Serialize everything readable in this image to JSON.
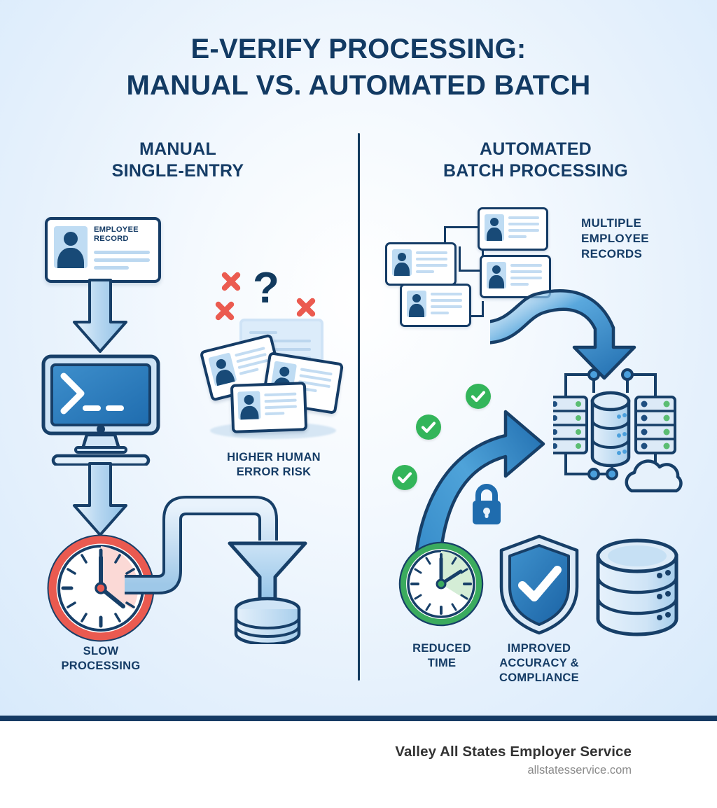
{
  "title": {
    "line1": "E-VERIFY PROCESSING:",
    "line2": "MANUAL VS. AUTOMATED BATCH"
  },
  "columns": {
    "left": {
      "heading_line1": "MANUAL",
      "heading_line2": "SINGLE-ENTRY",
      "id_card": {
        "label_line1": "EMPLOYEE",
        "label_line2": "RECORD",
        "icon": "employee-record-card-icon"
      },
      "terminal": {
        "icon": "desktop-terminal-icon",
        "prompt": ">",
        "cursor": "__"
      },
      "clock": {
        "icon": "red-clock-icon",
        "caption_line1": "SLOW",
        "caption_line2": "PROCESSING"
      },
      "error_group": {
        "icon": "scattered-records-icon",
        "caption_line1": "HIGHER HUMAN",
        "caption_line2": "ERROR RISK",
        "error_marks": [
          "x-mark",
          "x-mark",
          "x-mark"
        ],
        "question_mark": "?"
      },
      "pipeline": {
        "icon": "pipe-funnel-database-icon"
      },
      "arrows": [
        "down-arrow",
        "down-arrow"
      ]
    },
    "right": {
      "heading_line1": "AUTOMATED",
      "heading_line2": "BATCH PROCESSING",
      "records": {
        "icon": "multiple-records-icon",
        "caption_line1": "MULTIPLE",
        "caption_line2": "EMPLOYEE",
        "caption_line3": "RECORDS",
        "card_count": 4
      },
      "flow_arrow": {
        "icon": "curved-flow-arrow-down-icon"
      },
      "infrastructure": {
        "icon": "server-database-cloud-icon",
        "server_racks": 2,
        "database": "database-cylinder-icon",
        "cloud": "cloud-icon"
      },
      "benefits": {
        "check_marks": [
          "check-circle",
          "check-circle",
          "check-circle"
        ],
        "lock": "padlock-icon",
        "return_arrow": "curved-up-arrow-icon"
      },
      "clock": {
        "icon": "green-clock-icon",
        "caption_line1": "REDUCED",
        "caption_line2": "TIME"
      },
      "shield": {
        "icon": "shield-check-icon",
        "caption_line1": "IMPROVED",
        "caption_line2": "ACCURACY &",
        "caption_line3": "COMPLIANCE"
      },
      "storage": {
        "icon": "database-stack-icon"
      }
    }
  },
  "footer": {
    "company": "Valley All States Employer Service",
    "url": "allstatesservice.com"
  },
  "colors": {
    "navy": "#153c66",
    "blue": "#2d85c8",
    "light_blue": "#bfdcf3",
    "red": "#eb5b50",
    "green": "#33b55a",
    "background": "#e6f1fc"
  }
}
